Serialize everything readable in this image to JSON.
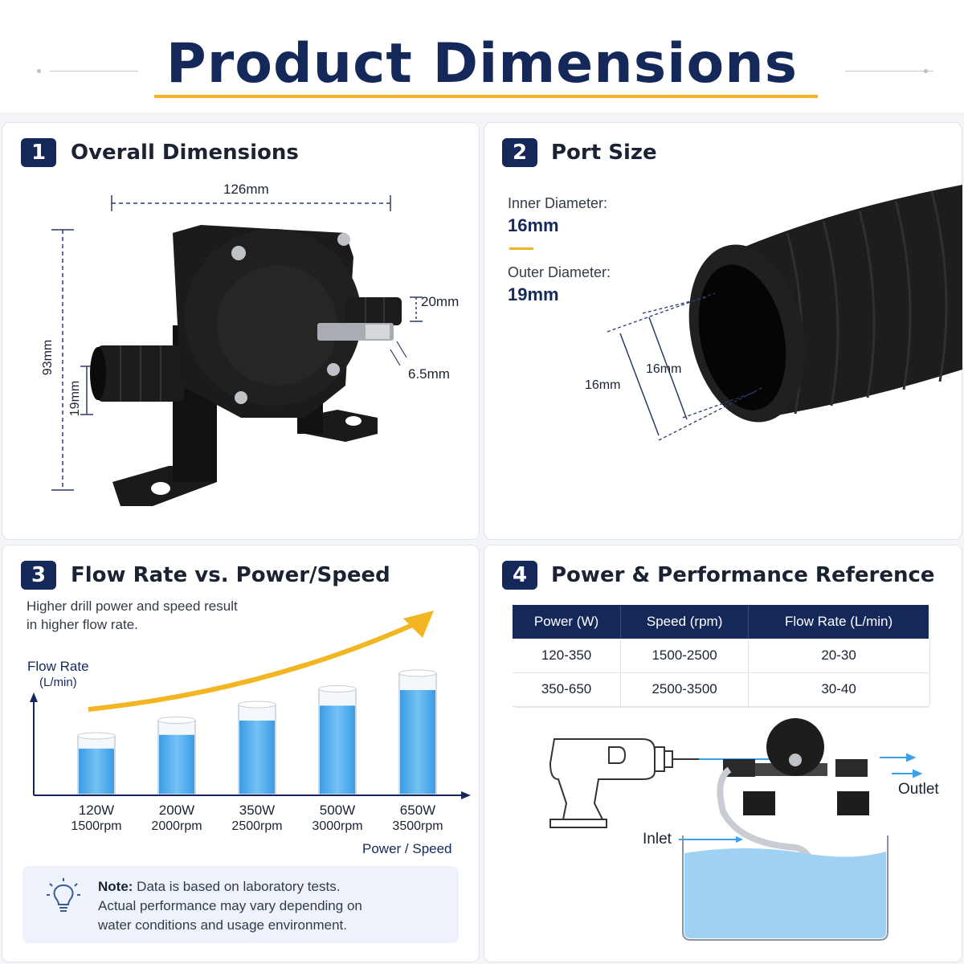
{
  "header": {
    "title": "Product Dimensions"
  },
  "panels": {
    "overall": {
      "number": "1",
      "title": "Overall Dimensions",
      "width_label": "126mm",
      "height_label": "93mm",
      "port_height_label": "19mm",
      "outlet_label": "20mm",
      "shaft_label": "6.5mm"
    },
    "port": {
      "number": "2",
      "title": "Port Size",
      "inner_label": "Inner Diameter:",
      "inner_value": "16mm",
      "outer_label": "Outer Diameter:",
      "outer_value": "19mm",
      "annot_inner": "16mm",
      "annot_outer": "16mm"
    },
    "flow": {
      "number": "3",
      "title": "Flow Rate vs. Power/Speed",
      "desc_line1": "Higher drill power and speed result",
      "desc_line2": "in higher flow rate.",
      "y_label": "Flow Rate",
      "y_unit": "(L/min)",
      "x_label": "Power / Speed",
      "note_bold": "Note:",
      "note_line1": " Data is based on laboratory tests.",
      "note_line2": "Actual performance may vary depending on",
      "note_line3": "water conditions and usage environment."
    },
    "performance": {
      "number": "4",
      "title": "Power & Performance Reference",
      "columns": [
        "Power (W)",
        "Speed (rpm)",
        "Flow Rate (L/min)"
      ],
      "rows": [
        [
          "120-350",
          "1500-2500",
          "20-30"
        ],
        [
          "350-650",
          "2500-3500",
          "30-40"
        ]
      ],
      "outlet_label": "Outlet",
      "inlet_label": "Inlet"
    }
  },
  "chart_data": {
    "type": "bar",
    "categories": [
      "120W",
      "200W",
      "350W",
      "500W",
      "650W"
    ],
    "sub_categories": [
      "1500rpm",
      "2000rpm",
      "2500rpm",
      "3000rpm",
      "3500rpm"
    ],
    "values": [
      1,
      2,
      3,
      4,
      5
    ],
    "fill_levels": [
      0.78,
      0.8,
      0.82,
      0.84,
      0.86
    ],
    "ylabel": "Flow Rate (L/min)",
    "xlabel": "Power / Speed",
    "grid": false
  },
  "colors": {
    "navy": "#14285a",
    "accent_yellow": "#f2b623",
    "water_blue": "#3aa0e8",
    "dimension_line": "#2a3a6a"
  },
  "icons": {
    "note": "lightbulb-icon",
    "trend": "trend-arrow-icon"
  }
}
